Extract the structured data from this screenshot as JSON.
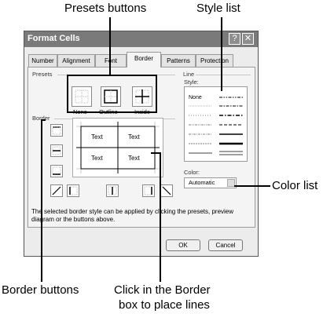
{
  "callouts": {
    "presets_buttons": "Presets buttons",
    "style_list": "Style list",
    "color_list": "Color list",
    "border_buttons": "Border buttons",
    "click_border_line1": "Click in the Border",
    "click_border_line2": "box to place lines"
  },
  "dialog": {
    "title": "Format Cells",
    "help_label": "?",
    "close_label": "✕",
    "tabs": [
      "Number",
      "Alignment",
      "Font",
      "Border",
      "Patterns",
      "Protection"
    ],
    "active_tab": "Border",
    "presets_label": "Presets",
    "presets": [
      "None",
      "Outline",
      "Inside"
    ],
    "border_label": "Border",
    "preview_cells": [
      "Text",
      "Text",
      "Text",
      "Text"
    ],
    "line_label": "Line",
    "style_label": "Style:",
    "style_none": "None",
    "color_label": "Color:",
    "color_value": "Automatic",
    "description": "The selected border style can be applied by clicking the presets, preview diagram or the buttons above.",
    "ok_label": "OK",
    "cancel_label": "Cancel"
  }
}
